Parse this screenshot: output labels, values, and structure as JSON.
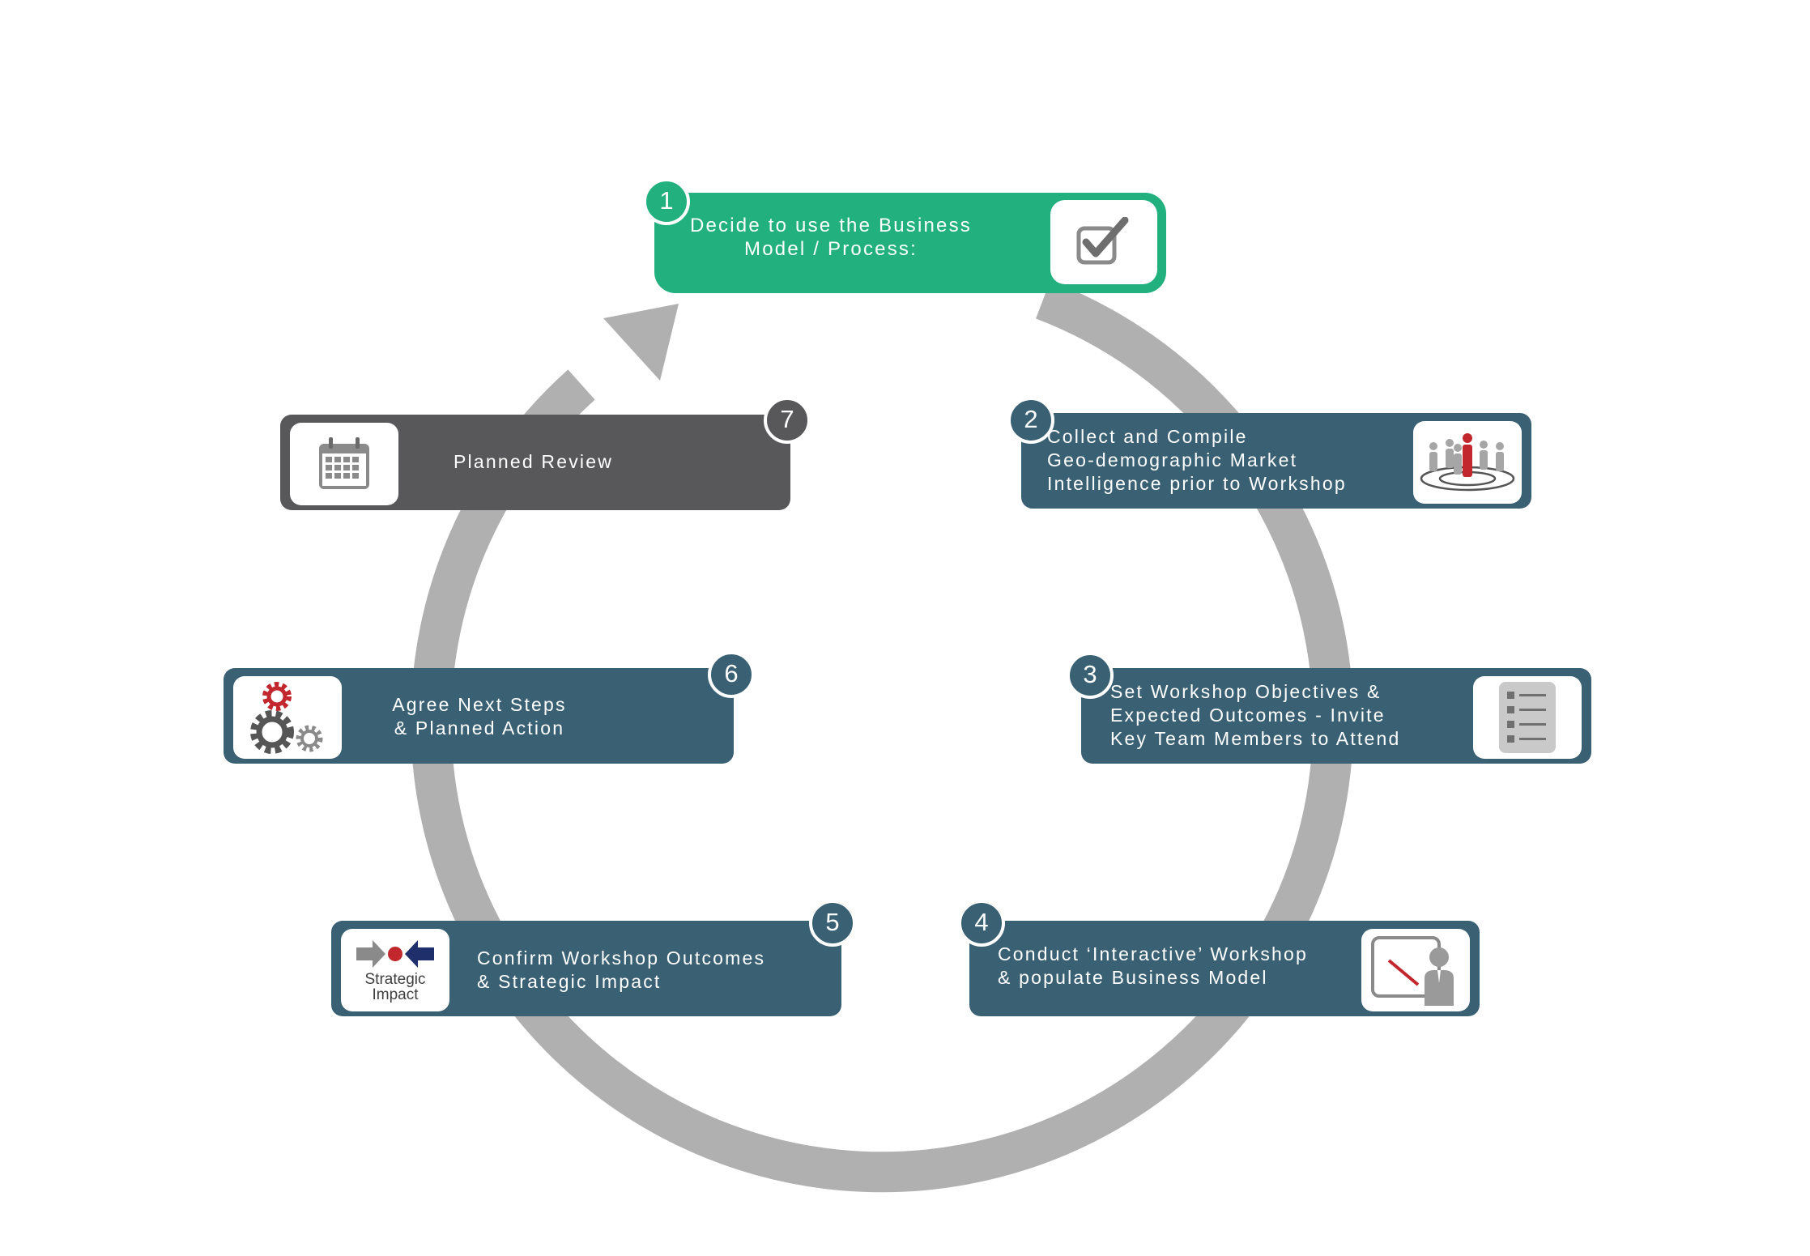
{
  "steps": [
    {
      "number": "1",
      "text": "Decide to use the Business\nModel / Process:",
      "icon": "checkbox-icon",
      "color": "#22b17e"
    },
    {
      "number": "2",
      "text": "Collect and Compile\nGeo-demographic Market\nIntelligence prior to Workshop",
      "icon": "people-target-icon",
      "color": "#3a6074"
    },
    {
      "number": "3",
      "text": "Set Workshop Objectives &\nExpected Outcomes - Invite\nKey Team Members to Attend",
      "icon": "checklist-icon",
      "color": "#3a6074"
    },
    {
      "number": "4",
      "text": "Conduct ‘Interactive’ Workshop\n& populate Business Model",
      "icon": "presenter-icon",
      "color": "#3a6074"
    },
    {
      "number": "5",
      "text": "Confirm Workshop Outcomes\n& Strategic Impact",
      "icon": "strategic-impact-icon",
      "icon_text": "Strategic\nImpact",
      "color": "#3a6074"
    },
    {
      "number": "6",
      "text": "Agree Next Steps\n& Planned Action",
      "icon": "gears-icon",
      "color": "#3a6074"
    },
    {
      "number": "7",
      "text": "Planned Review",
      "icon": "calendar-icon",
      "color": "#58585a"
    }
  ],
  "cycle_color": "#b0b0b0"
}
